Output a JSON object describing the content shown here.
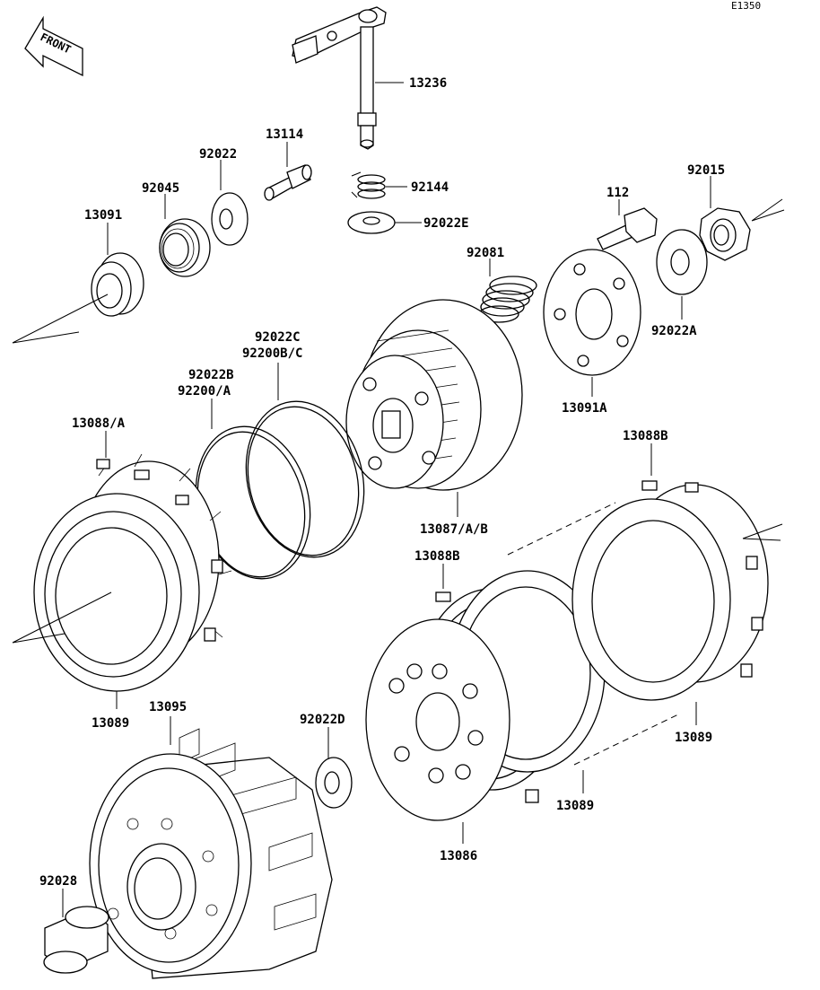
{
  "diagram_code": "E1350",
  "front_label": "FRONT",
  "labels": {
    "p13236": "13236",
    "p13114": "13114",
    "p92022": "92022",
    "p92144": "92144",
    "p92022E": "92022E",
    "p92045": "92045",
    "p13091": "13091",
    "p112": "112",
    "p92015": "92015",
    "p92081": "92081",
    "p92022A": "92022A",
    "p13091A": "13091A",
    "p92022C": "92022C",
    "p92200BC": "92200B/C",
    "p92022B": "92022B",
    "p92200A": "92200/A",
    "p13088A": "13088/A",
    "p13087AB": "13087/A/B",
    "p13088B_top": "13088B",
    "p13088B_mid": "13088B",
    "p13089_left": "13089",
    "p13095": "13095",
    "p92022D": "92022D",
    "p13089_right": "13089",
    "p13089_mid": "13089",
    "p13086": "13086",
    "p92028": "92028"
  }
}
